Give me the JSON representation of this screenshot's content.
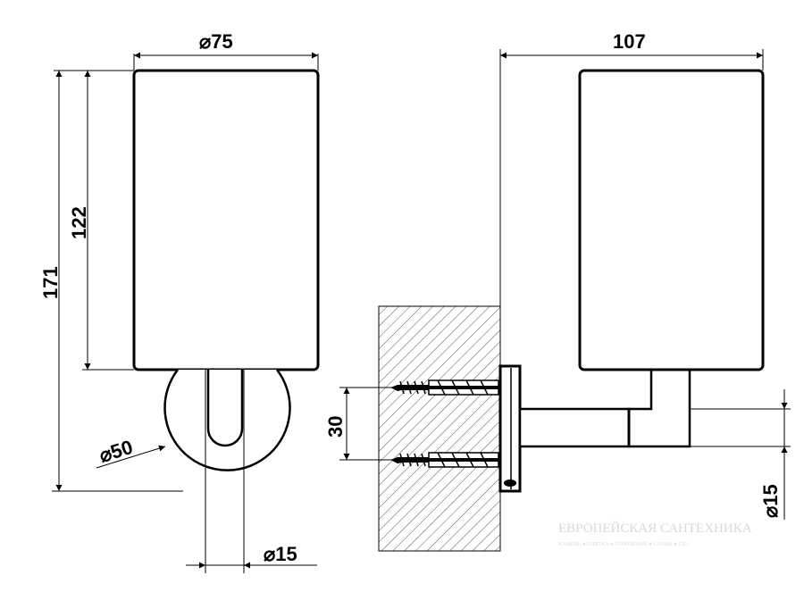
{
  "dimensions": {
    "cup_diameter": "75",
    "total_height": "171",
    "cup_height": "122",
    "base_diameter": "50",
    "arm_diameter_front": "15",
    "depth": "107",
    "screw_spacing": "30",
    "arm_diameter_side": "15"
  },
  "diameter_symbol": "⌀",
  "watermark": {
    "title": "ЕВРОПЕЙСКАЯ САНТЕХНИКА",
    "subtitle": "КАМЕНЬ ● ПЛИТКА ● ОТОПЛЕНИЕ ● САУНЫ ● СПА"
  }
}
